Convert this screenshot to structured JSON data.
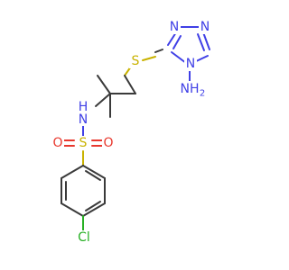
{
  "molecule": {
    "atoms": {
      "N_ring_a": {
        "label": "N",
        "color": "#3f3fe6"
      },
      "N_ring_b": {
        "label": "N",
        "color": "#3f3fe6"
      },
      "N_ring_c": {
        "label": "N",
        "color": "#3f3fe6"
      },
      "NH2": {
        "label": "NH",
        "sub": "2",
        "color": "#3f3fe6"
      },
      "S_thio": {
        "label": "S",
        "color": "#c9b200"
      },
      "NH_amide": {
        "label": "H",
        "label2": "N",
        "color": "#3f3fe6"
      },
      "S_sulfonyl": {
        "label": "S",
        "color": "#c9b200"
      },
      "O_left": {
        "label": "O",
        "color": "#e8382e"
      },
      "O_right": {
        "label": "O",
        "color": "#e8382e"
      },
      "Cl": {
        "label": "Cl",
        "color": "#27b024"
      }
    },
    "colors": {
      "carbon_bond": "#3a3a3a",
      "nitrogen": "#3f3fe6",
      "oxygen": "#e8382e",
      "sulfur": "#c9b200",
      "chlorine": "#27b024",
      "background": "#ffffff"
    }
  }
}
